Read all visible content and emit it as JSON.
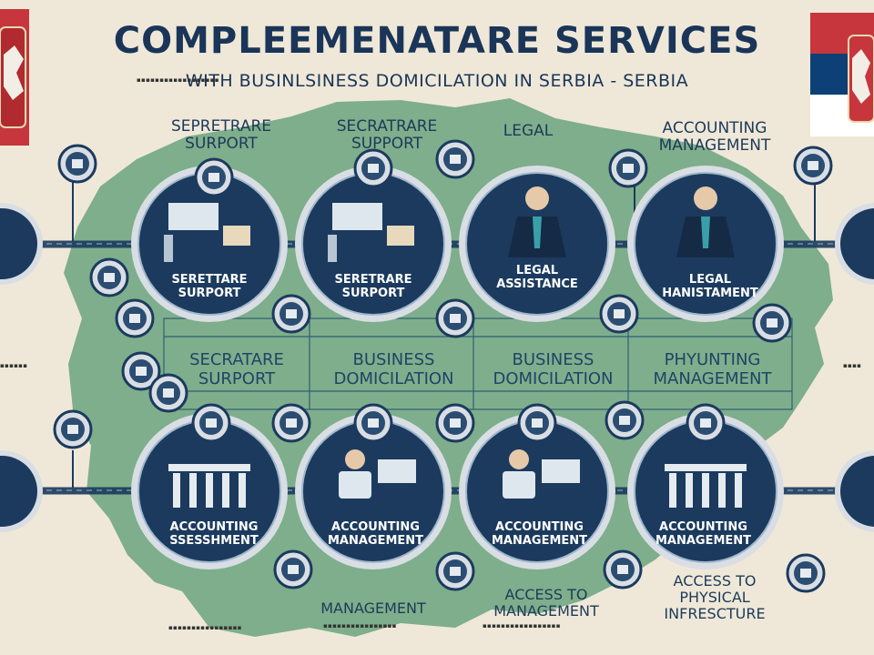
{
  "title": "COMPLEEMENATARE SERVICES",
  "subtitle": "WITH BUSINLSINESS DOMICILATION IN SERBIA - SERBIA",
  "top_labels": [
    {
      "text": "SEPRETRARE\nSURPORT"
    },
    {
      "text": "SECRATRARE\nSUPPORT"
    },
    {
      "text": "LEGAL"
    },
    {
      "text": "ACCOUNTING\nMANAGEMENT"
    }
  ],
  "top_circles": [
    {
      "caption": "SERETTARE\nSURPORT"
    },
    {
      "caption": "SERETRARE\nSURPORT"
    },
    {
      "caption": "LEGAL\nASSISTANCE"
    },
    {
      "caption": "LEGAL\nHANISTAMENT"
    }
  ],
  "mid_labels": [
    {
      "text": "SECRATARE\nSURPORT"
    },
    {
      "text": "BUSINESS\nDOMICILATION"
    },
    {
      "text": "BUSINESS\nDOMICILATION"
    },
    {
      "text": "PHYUNTING\nMANAGEMENT"
    }
  ],
  "bottom_circles": [
    {
      "caption": "ACCOUNTING\nSSESSHMENT"
    },
    {
      "caption": "ACCOUNTING\nMANAGEMENT"
    },
    {
      "caption": "ACCOUNTING\nMANAGEMENT"
    },
    {
      "caption": "ACCOUNTING\nMANAGEMENT"
    }
  ],
  "bottom_labels": [
    {
      "text": "MANAGEMENT"
    },
    {
      "text": "ACCESS TO\nMANAGEMENT"
    },
    {
      "text": "ACCESS TO\nPHYSICAL\nINFRESCTURE"
    }
  ],
  "colors": {
    "background": "#efe8d8",
    "map_green": "#5f9e76",
    "navy": "#1b3a5e",
    "ring": "#d9dee4",
    "flag_red": "#c6363c",
    "flag_blue": "#0c4076"
  }
}
